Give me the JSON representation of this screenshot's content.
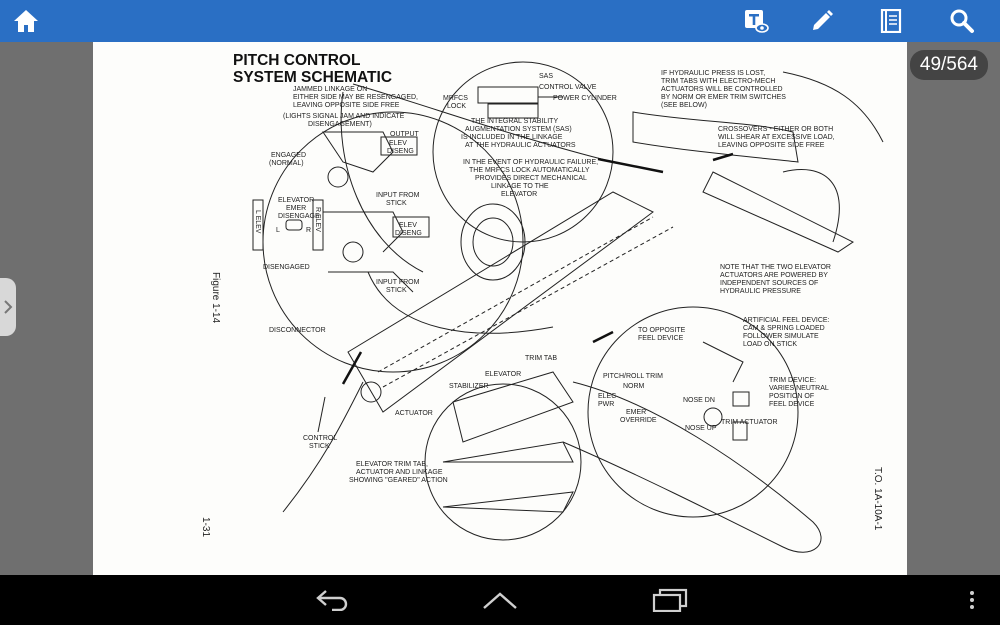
{
  "toolbar": {
    "home_icon": "home-icon",
    "tts_icon": "text-to-speech-icon",
    "annotate_icon": "pencil-icon",
    "bookmarks_icon": "book-icon",
    "search_icon": "search-icon",
    "accent_color": "#2a6fc4"
  },
  "page_indicator": "49/564",
  "document": {
    "title_line1": "PITCH CONTROL",
    "title_line2": "SYSTEM SCHEMATIC",
    "figure_label": "Figure 1-14",
    "page_number": "1-31",
    "tech_order": "T.O. 1A-10A-1",
    "labels": {
      "jammed": [
        "JAMMED LINKAGE ON",
        "EITHER SIDE MAY BE RESENGAGED,",
        "LEAVING OPPOSITE SIDE FREE",
        "(LIGHTS SIGNAL JAM AND INDICATE",
        "DISENGAGEMENT)"
      ],
      "output": "OUTPUT",
      "elev_diseng_1": [
        "ELEV",
        "DISENG"
      ],
      "engaged": [
        "ENGAGED",
        "(NORMAL)"
      ],
      "elevator_emer": [
        "ELEVATOR",
        "EMER",
        "DISENGAGE"
      ],
      "lr_l": "L",
      "lr_r": "R",
      "input_stick_1": [
        "INPUT FROM",
        "STICK"
      ],
      "elev_diseng_2": [
        "ELEV",
        "DISENG"
      ],
      "left_elev": "L ELEV",
      "right_elev": "R ELEV",
      "disengaged": "DISENGAGED",
      "input_stick_2": [
        "INPUT FROM",
        "STICK"
      ],
      "disconnector": "DISCONNECTOR",
      "sas": "SAS",
      "control_valve": "CONTROL VALVE",
      "power_cylinder": "POWER CYLINDER",
      "mrfcs": [
        "MRFCS",
        "LOCK"
      ],
      "integral": [
        "THE INTEGRAL STABILITY",
        "AUGMENTATION SYSTEM (SAS)",
        "IS INCLUDED IN THE LINKAGE",
        "AT THE HYDRAULIC ACTUATORS"
      ],
      "hydraulic_failure": [
        "IN THE EVENT OF HYDRAULIC FAILURE,",
        "THE MRFCS LOCK AUTOMATICALLY",
        "PROVIDES DIRECT MECHANICAL",
        "LINKAGE TO THE",
        "ELEVATOR"
      ],
      "hyd_press_lost": [
        "IF HYDRAULIC PRESS IS LOST,",
        "TRIM TABS WITH ELECTRO-MECH",
        "ACTUATORS WILL BE CONTROLLED",
        "BY NORM OR EMER TRIM SWITCHES",
        "(SEE BELOW)"
      ],
      "crossovers": [
        "CROSSOVERS - EITHER OR BOTH",
        "WILL SHEAR AT EXCESSIVE LOAD,",
        "LEAVING OPPOSITE SIDE FREE"
      ],
      "note_two": [
        "NOTE THAT THE TWO ELEVATOR",
        "ACTUATORS ARE POWERED BY",
        "INDEPENDENT SOURCES OF",
        "HYDRAULIC PRESSURE"
      ],
      "artificial_feel": [
        "ARTIFICIAL FEEL DEVICE:",
        "CAM & SPRING LOADED",
        "FOLLOWER SIMULATE",
        "LOAD ON STICK"
      ],
      "opposite_feel": [
        "TO OPPOSITE",
        "FEEL DEVICE"
      ],
      "trim_tab": "TRIM TAB",
      "elevator": "ELEVATOR",
      "stabilizer": "STABILIZER",
      "actuator": "ACTUATOR",
      "control_stick": [
        "CONTROL",
        "STICK"
      ],
      "trim_linkage": [
        "ELEVATOR TRIM TAB,",
        "ACTUATOR AND LINKAGE",
        "SHOWING \"GEARED\" ACTION"
      ],
      "pitch_roll_trim": "PITCH/ROLL TRIM",
      "norm": "NORM",
      "elec_pwr": [
        "ELEC",
        "PWR"
      ],
      "emer_override": [
        "EMER",
        "OVERRIDE"
      ],
      "nose_dn": "NOSE DN",
      "nose_up": "NOSE UP",
      "trim_actuator": "TRIM ACTUATOR",
      "trim_device": [
        "TRIM DEVICE:",
        "VARIES NEUTRAL",
        "POSITION OF",
        "FEEL DEVICE"
      ]
    }
  },
  "navigation": {
    "back_icon": "back-icon",
    "home_icon": "home-nav-icon",
    "recents_icon": "recents-icon",
    "menu_icon": "overflow-menu-icon"
  },
  "side_tab_icon": "chevron-right-icon"
}
